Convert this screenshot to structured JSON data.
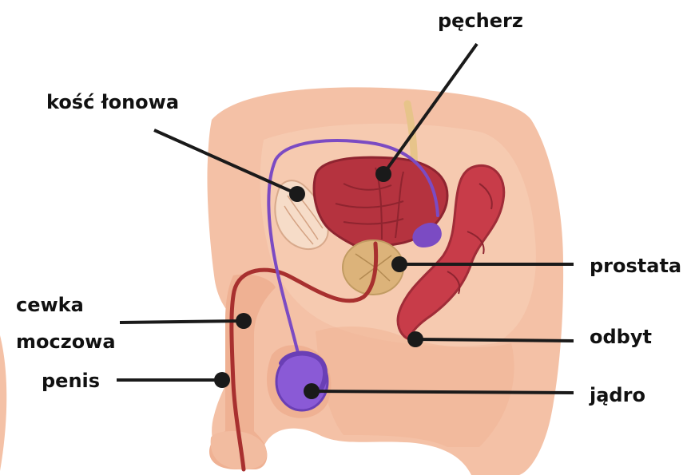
{
  "labels": {
    "bladder": "pęcherz",
    "pubic_bone": "kość łonowa",
    "prostate": "prostata",
    "urethra_line1": "cewka",
    "urethra_line2": "moczowa",
    "anus": "odbyt",
    "penis": "penis",
    "testis": "jądro"
  },
  "colors": {
    "skin": "#f4c1a6",
    "skin_dark": "#e9a88c",
    "bladder": "#b5333f",
    "rectum": "#c83c49",
    "vas_deferens": "#7b4bc3",
    "testis": "#8a5ad6",
    "prostate": "#dcb37a",
    "urethra": "#a8302f",
    "leader": "#1a1a1a"
  }
}
